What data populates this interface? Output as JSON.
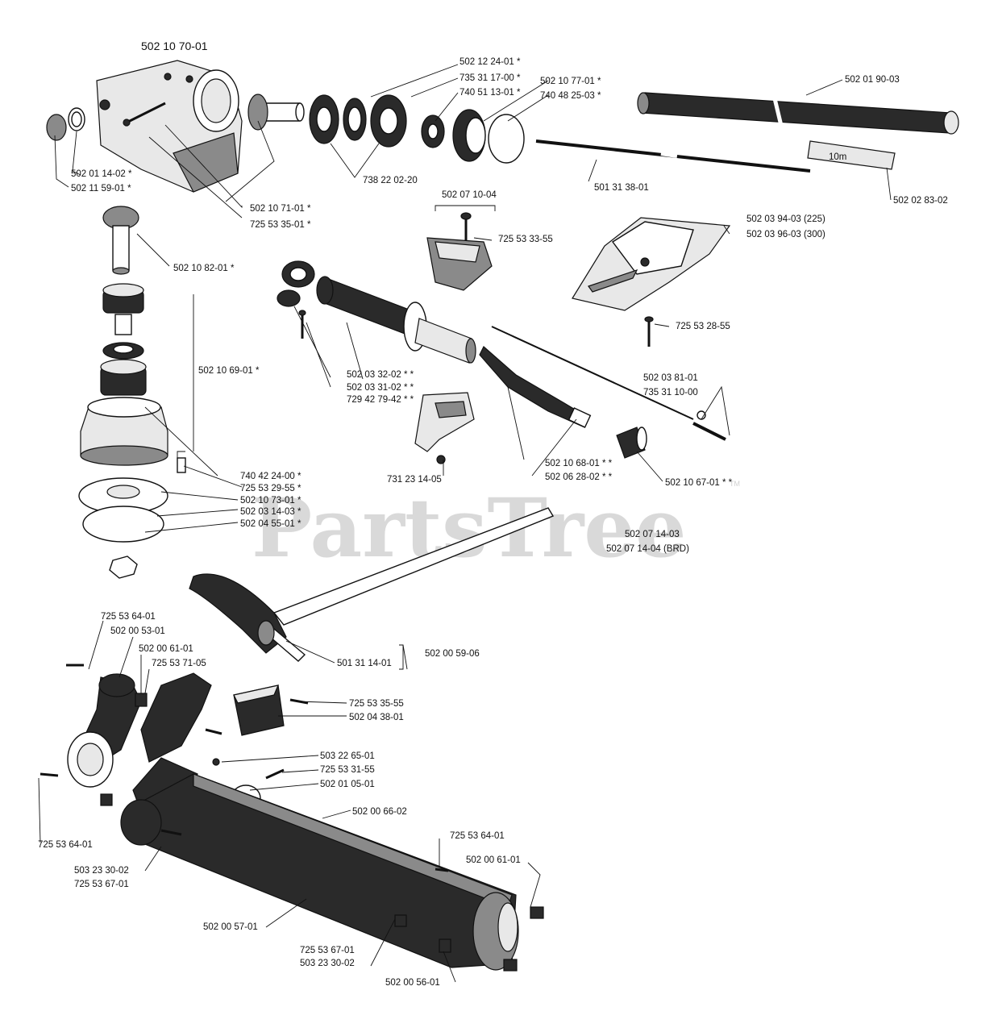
{
  "watermark": {
    "text": "PartsTree",
    "trademark": "TM"
  },
  "assembly_label": "502 10 70-01",
  "labels": {
    "l_502122401": "502 12 24-01  *",
    "l_735311700": "735 31 17-00  *",
    "l_740511301": "740 51 13-01  *",
    "l_502107701": "502 10 77-01  *",
    "l_740482503": "740 48 25-03  *",
    "l_502019003": "502 01 90-03",
    "l_502011402": "502 01 14-02  *",
    "l_502115901": "502 11 59-01  *",
    "l_738220220": "738 22 02-20",
    "l_501313801": "501 31 38-01",
    "l_502028302": "502 02 83-02",
    "l_502107101": "502 10 71-01  *",
    "l_725533501": "725 53 35-01  *",
    "l_502071004": "502 07 10-04",
    "l_725533355": "725 53 33-55",
    "l_502039403": "502 03 94-03 (225)",
    "l_502039603": "502 03 96-03 (300)",
    "l_502108201": "502 10 82-01  *",
    "l_502106901": "502 10 69-01  *",
    "l_725532855": "725 53 28-55",
    "l_502033202": "502 03 32-02  * *",
    "l_502033102": "502 03 31-02  * *",
    "l_729427942": "729 42 79-42  * *",
    "l_502038101": "502 03 81-01",
    "l_735311000": "735 31 10-00",
    "l_740422400": "740 42 24-00  *",
    "l_725532955": "725 53 29-55  *",
    "l_502107301": "502 10 73-01  *",
    "l_502031403": "502 03 14-03  *",
    "l_502045501": "502 04 55-01  *",
    "l_731231405": "731 23 14-05",
    "l_502106801": "502 10 68-01  * *",
    "l_502062802": "502 06 28-02  * *",
    "l_502106701": "502 10 67-01  * *",
    "l_502071403": "502 07 14-03",
    "l_502071404": "502 07 14-04 (BRD)",
    "l_725536401a": "725 53 64-01",
    "l_502005301": "502 00 53-01",
    "l_502006101a": "502 00 61-01",
    "l_725537105": "725 53 71-05",
    "l_501311401": "501 31 14-01",
    "l_502005906": "502 00 59-06",
    "l_725533555": "725 53 35-55",
    "l_502043801": "502 04 38-01",
    "l_503226501": "503 22 65-01",
    "l_725533155": "725 53 31-55",
    "l_502010501": "502 01 05-01",
    "l_502006602": "502 00 66-02",
    "l_725536401b": "725 53 64-01",
    "l_725536401c": "725 53 64-01",
    "l_502006101b": "502 00 61-01",
    "l_503233002a": "503 23 30-02",
    "l_725536701a": "725 53 67-01",
    "l_502005701": "502 00 57-01",
    "l_725536701b": "725 53 67-01",
    "l_503233002b": "503 23 30-02",
    "l_502005601": "502 00 56-01"
  },
  "decal_text": "10m"
}
